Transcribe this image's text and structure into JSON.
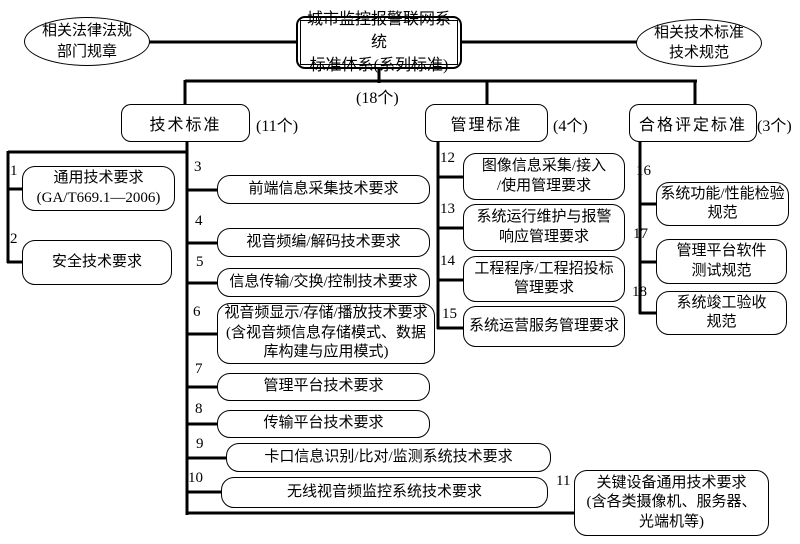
{
  "root": {
    "title": "城市监控报警联网系统\n标准体系(系列标准)"
  },
  "left_ellipse": {
    "text": "相关法律法规\n部门规章"
  },
  "right_ellipse": {
    "text": "相关技术标准\n技术规范"
  },
  "total_count": "(18个)",
  "branches": [
    {
      "label": "技术标准",
      "count": "(11个)"
    },
    {
      "label": "管理标准",
      "count": "(4个)"
    },
    {
      "label": "合格评定标准",
      "count": "(3个)"
    }
  ],
  "items": [
    {
      "num": "1",
      "text": "通用技术要求\n(GA/T669.1—2006)"
    },
    {
      "num": "2",
      "text": "安全技术要求"
    },
    {
      "num": "3",
      "text": "前端信息采集技术要求"
    },
    {
      "num": "4",
      "text": "视音频编/解码技术要求"
    },
    {
      "num": "5",
      "text": "信息传输/交换/控制技术要求"
    },
    {
      "num": "6",
      "text": "视音频显示/存储/播放技术要求\n(含视音频信息存储模式、数据\n库构建与应用模式)"
    },
    {
      "num": "7",
      "text": "管理平台技术要求"
    },
    {
      "num": "8",
      "text": "传输平台技术要求"
    },
    {
      "num": "9",
      "text": "卡口信息识别/比对/监测系统技术要求"
    },
    {
      "num": "10",
      "text": "无线视音频监控系统技术要求"
    },
    {
      "num": "11",
      "text": "关键设备通用技术要求\n(含各类摄像机、服务器、\n光端机等)"
    },
    {
      "num": "12",
      "text": "图像信息采集/接入\n/使用管理要求"
    },
    {
      "num": "13",
      "text": "系统运行维护与报警\n响应管理要求"
    },
    {
      "num": "14",
      "text": "工程程序/工程招投标\n管理要求"
    },
    {
      "num": "15",
      "text": "系统运营服务管理要求"
    },
    {
      "num": "16",
      "text": "系统功能/性能检验\n规范"
    },
    {
      "num": "17",
      "text": "管理平台软件\n测试规范"
    },
    {
      "num": "18",
      "text": "系统竣工验收\n规范"
    }
  ]
}
